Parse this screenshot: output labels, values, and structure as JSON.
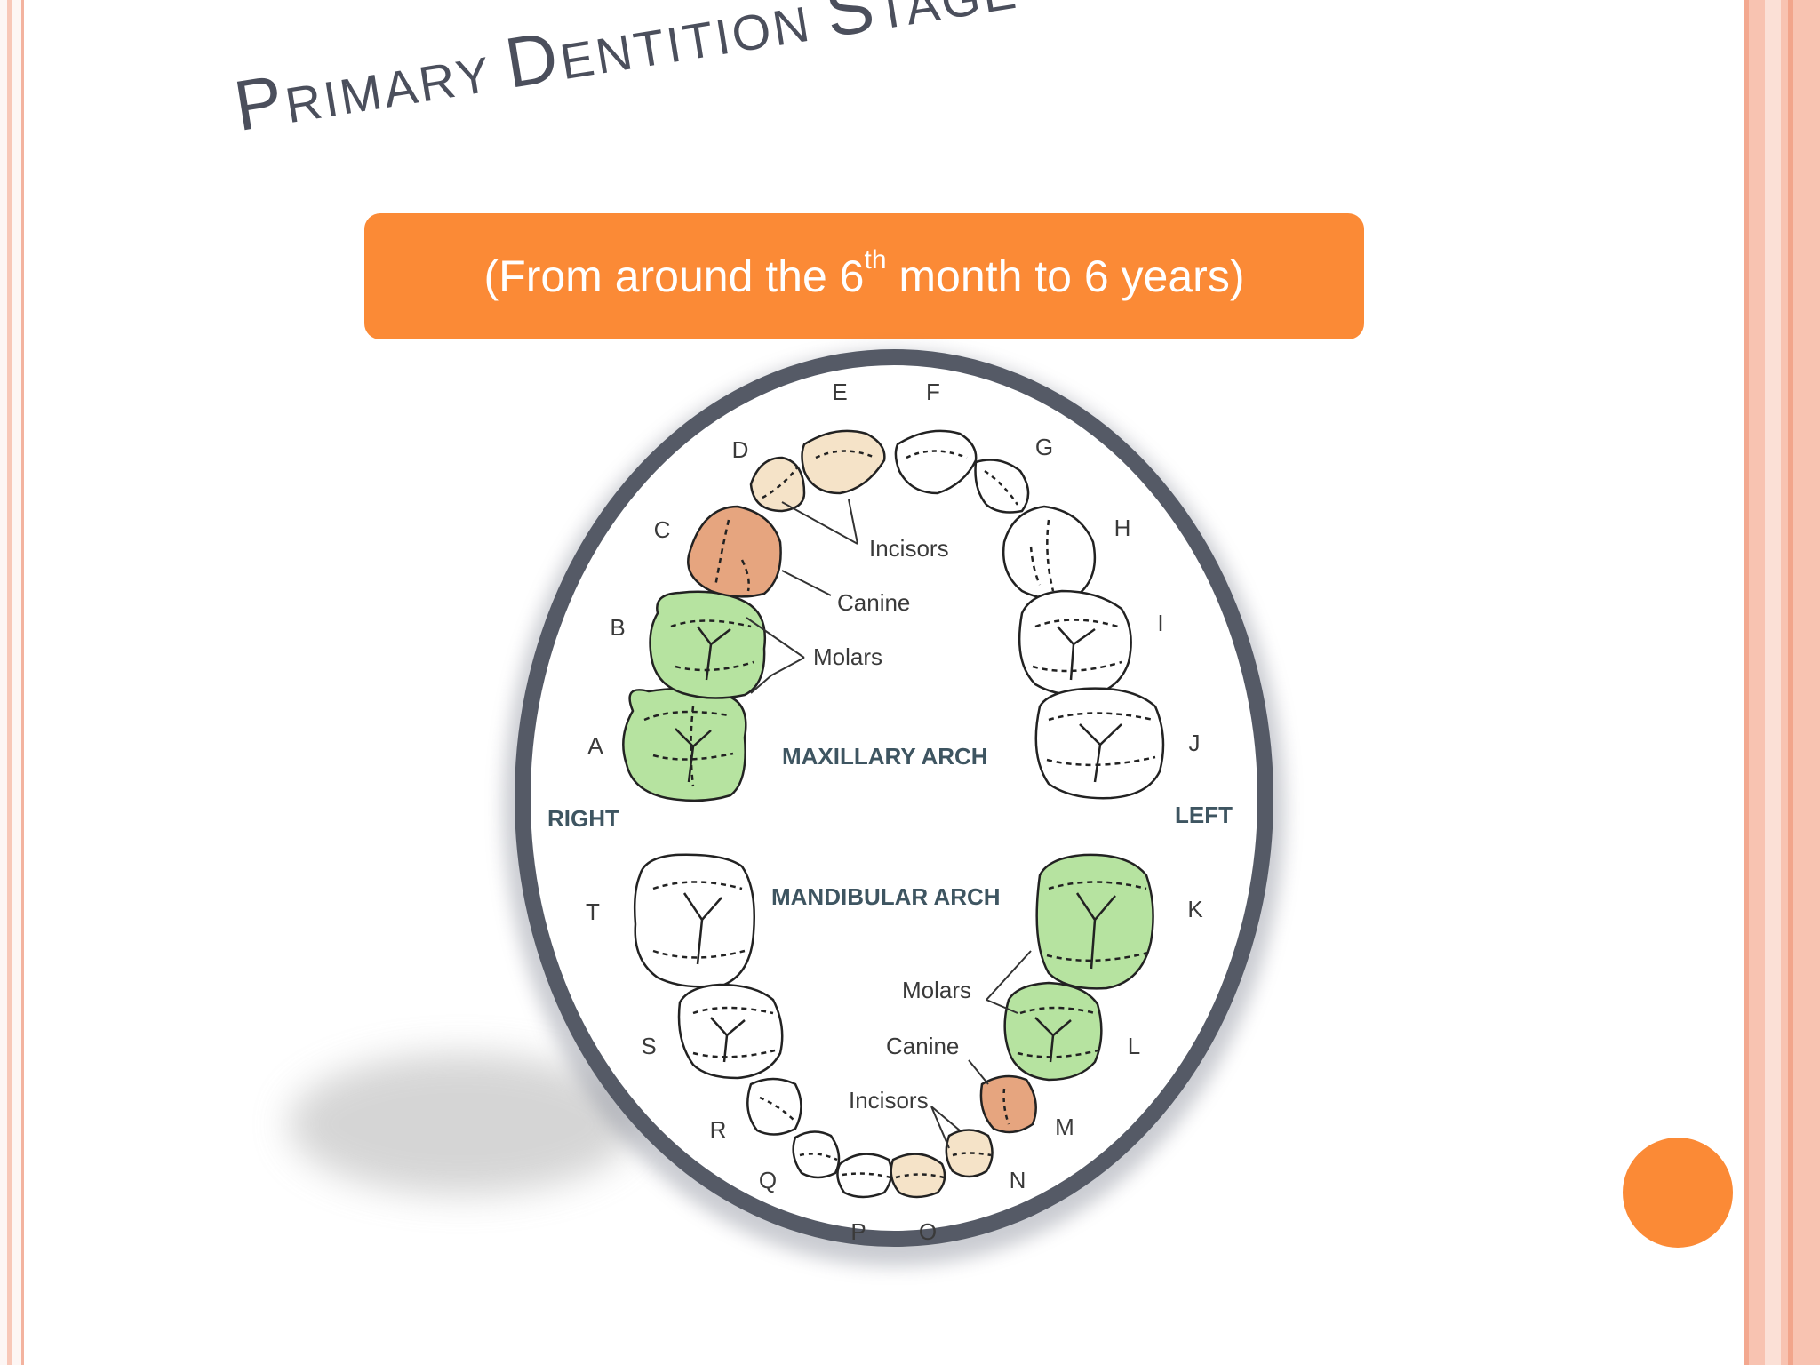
{
  "title": {
    "first_cap": "P",
    "first_rest": "RIMARY",
    "second_cap": "D",
    "second_rest": "ENTITION",
    "third_cap": "S",
    "third_rest": "TAGE"
  },
  "banner": {
    "prefix": "(From around the 6",
    "superscript": "th",
    "suffix": " month to 6 years)"
  },
  "diagram": {
    "upper_letters": [
      "A",
      "B",
      "C",
      "D",
      "E",
      "F",
      "G",
      "H",
      "I",
      "J"
    ],
    "lower_letters": [
      "K",
      "L",
      "M",
      "N",
      "O",
      "P",
      "Q",
      "R",
      "S",
      "T"
    ],
    "maxillary": {
      "incisors": "Incisors",
      "canine": "Canine",
      "molars": "Molars",
      "arch": "MAXILLARY ARCH"
    },
    "mandibular": {
      "incisors": "Incisors",
      "canine": "Canine",
      "molars": "Molars",
      "arch": "MANDIBULAR ARCH"
    },
    "side_right": "RIGHT",
    "side_left": "LEFT"
  },
  "colors": {
    "accent": "#fb8a36",
    "molar": "#b6e3a0",
    "canine": "#e6a57f",
    "incisor": "#f5e3c8",
    "ring": "#555a66"
  }
}
